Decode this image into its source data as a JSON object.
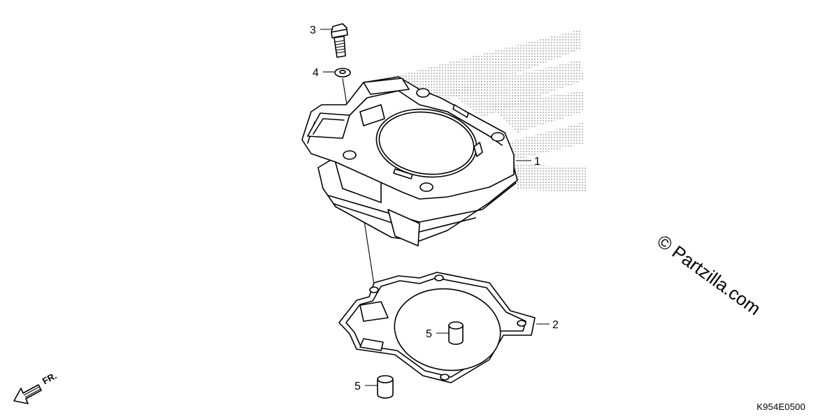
{
  "diagram": {
    "callouts": [
      {
        "number": "1",
        "part": "cylinder"
      },
      {
        "number": "2",
        "part": "cylinder-base-gasket"
      },
      {
        "number": "3",
        "part": "flange-bolt"
      },
      {
        "number": "4",
        "part": "washer"
      },
      {
        "number": "5",
        "part": "dowel-pin"
      },
      {
        "number": "5",
        "part": "dowel-pin"
      }
    ],
    "front_label": "FR.",
    "reference_code": "K954E0500",
    "watermark": "© Partzilla.com"
  }
}
